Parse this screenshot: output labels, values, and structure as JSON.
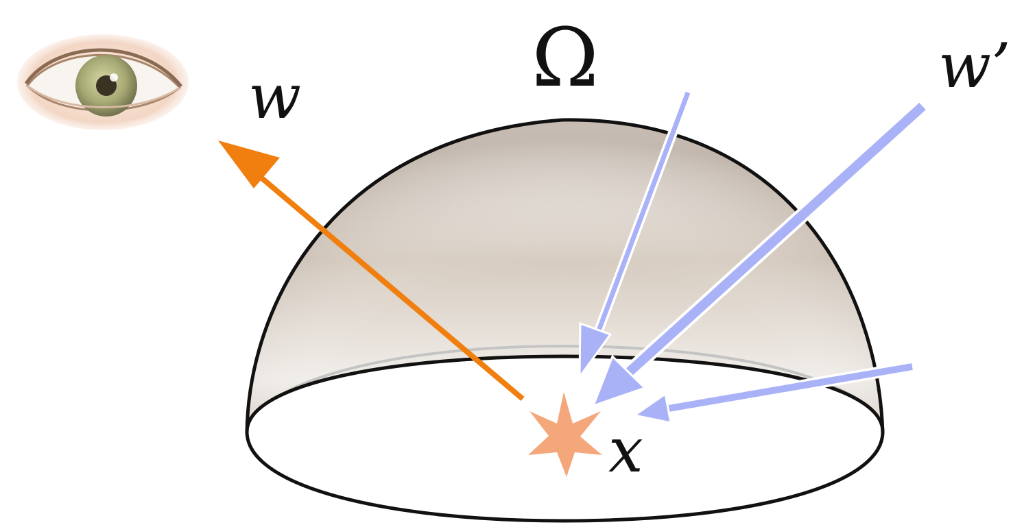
{
  "labels": {
    "omega": "Ω",
    "outgoing": "w",
    "incoming": "w’",
    "point": "x"
  },
  "colors": {
    "outgoing_arrow": "#f07f10",
    "incoming_arrows": "#a9b2f7",
    "hemisphere_outline": "#111111",
    "hemisphere_shade": "#c9b9a8",
    "point_star": "#f5a77c"
  },
  "icons": {
    "eye": "eye-icon",
    "point": "star-icon"
  }
}
